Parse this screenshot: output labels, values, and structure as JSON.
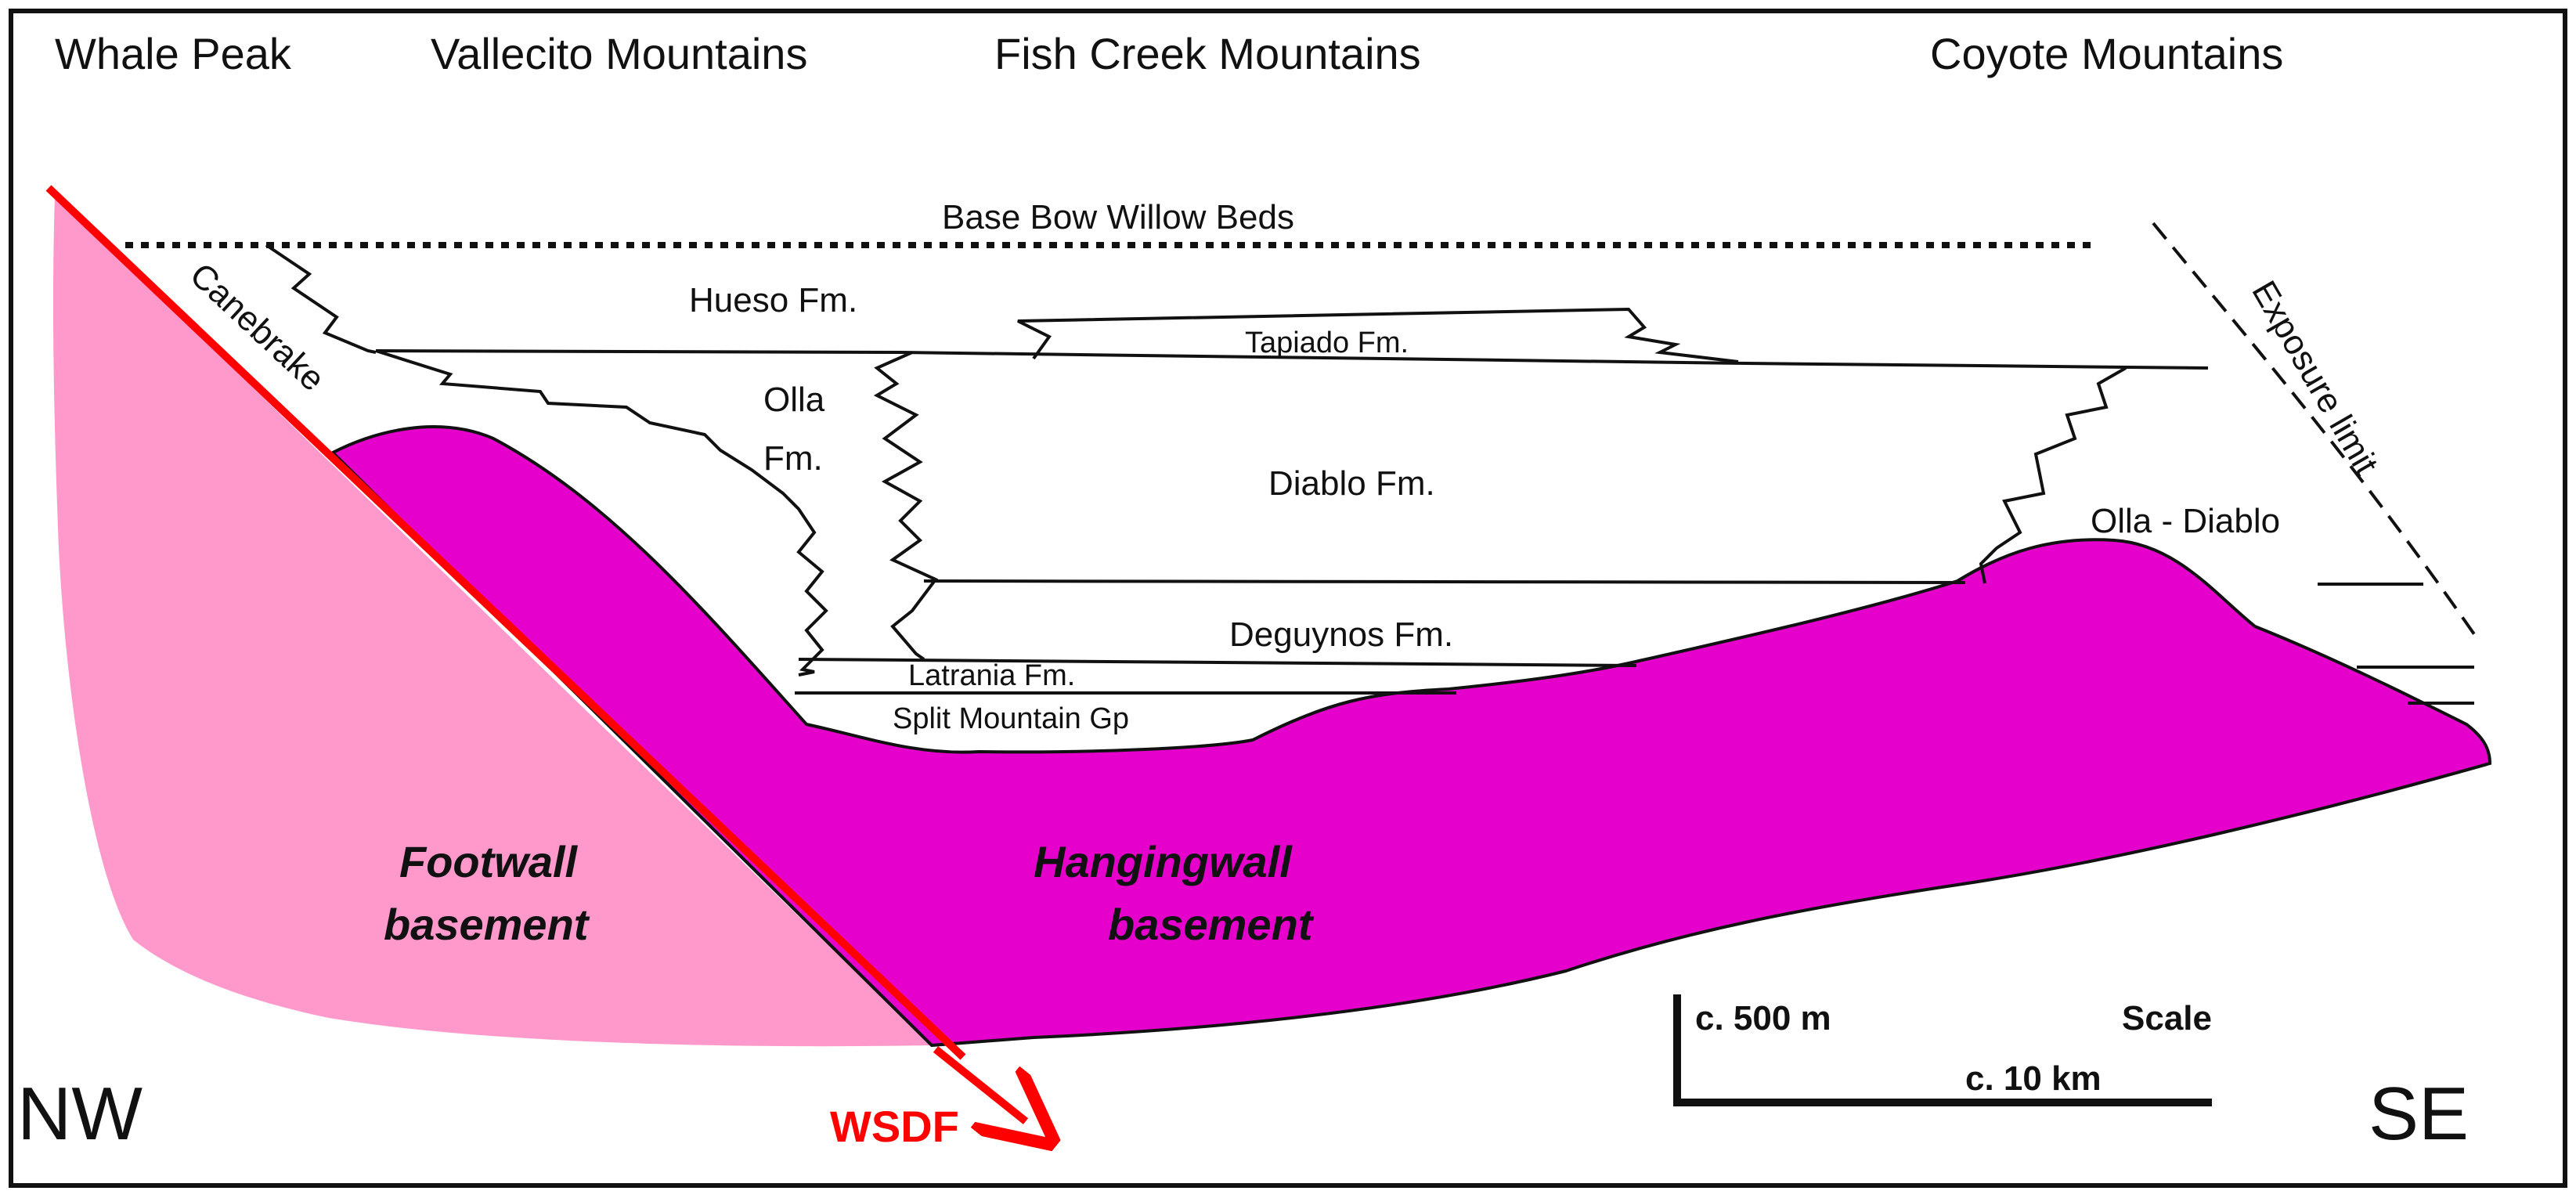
{
  "mountains": {
    "whale_peak": "Whale Peak",
    "vallecito": "Vallecito Mountains",
    "fish_creek": "Fish Creek Mountains",
    "coyote": "Coyote Mountains"
  },
  "formations": {
    "base_bow_willow": "Base Bow Willow Beds",
    "canebrake": "Canebrake",
    "hueso": "Hueso Fm.",
    "tapiado": "Tapiado Fm.",
    "olla_line1": "Olla",
    "olla_line2": "Fm.",
    "diablo": "Diablo Fm.",
    "olla_diablo": "Olla  - Diablo",
    "deguynos": "Deguynos Fm.",
    "latrania": "Latrania Fm.",
    "split_mountain": "Split Mountain Gp",
    "exposure_limit": "Exposure limit"
  },
  "basement": {
    "footwall_line1": "Footwall",
    "footwall_line2": "basement",
    "hangingwall_line1": "Hangingwall",
    "hangingwall_line2": "basement"
  },
  "fault_label": "WSDF",
  "orientation": {
    "left": "NW",
    "right": "SE"
  },
  "scale": {
    "vertical": "c. 500 m",
    "title": "Scale",
    "horizontal": "c. 10 km"
  },
  "colors": {
    "footwall": "#ff99cc",
    "hangingwall": "#e600cc",
    "fault": "#ff0000",
    "line": "#111111"
  }
}
